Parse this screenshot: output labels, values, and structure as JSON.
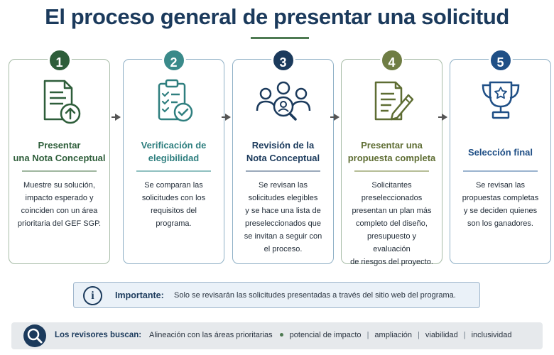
{
  "title": "El proceso general de presentar una solicitud",
  "steps": [
    {
      "number": "1",
      "title_lines": [
        "Presentar",
        "una Nota Conceptual"
      ],
      "icon": "document-upload-icon",
      "desc_lines": [
        "Muestre su solución,",
        "impacto esperado y",
        "coinciden con un área",
        "prioritaria del GEF SGP."
      ]
    },
    {
      "number": "2",
      "title_lines": [
        "Verificación de",
        "elegibilidad"
      ],
      "icon": "checklist-icon",
      "desc_lines": [
        "Se comparan las",
        "solicitudes con los",
        "requisitos del",
        "programa."
      ]
    },
    {
      "number": "3",
      "title_lines": [
        "Revisión de la",
        "Nota Conceptual"
      ],
      "icon": "review-team-icon",
      "desc_lines": [
        "Se revisan las",
        "solicitudes elegibles",
        "y se hace una lista de",
        "preseleccionados que",
        "se invitan a seguir con",
        "el proceso."
      ]
    },
    {
      "number": "4",
      "title_lines": [
        "Presentar una",
        "propuesta completa"
      ],
      "icon": "document-pen-icon",
      "desc_lines": [
        "Solicitantes",
        "preseleccionados",
        "presentan un plan más",
        "completo del diseño,",
        "presupuesto y evaluación",
        "de riesgos del proyecto."
      ]
    },
    {
      "number": "5",
      "title_lines": [
        "Selección final"
      ],
      "icon": "trophy-icon",
      "desc_lines": [
        "Se revisan las",
        "propuestas completas",
        "y se deciden quienes",
        "son los ganadores."
      ]
    }
  ],
  "important": {
    "icon": "info-icon",
    "label": "Importante:",
    "text": "Solo se revisarán las solicitudes presentadas a través del sitio web del programa."
  },
  "reviewers": {
    "icon": "search-icon",
    "label": "Los revisores buscan:",
    "items": [
      "Alineación con las áreas prioritarias",
      "potencial de impacto",
      "ampliación",
      "viabilidad",
      "inclusividad"
    ]
  }
}
